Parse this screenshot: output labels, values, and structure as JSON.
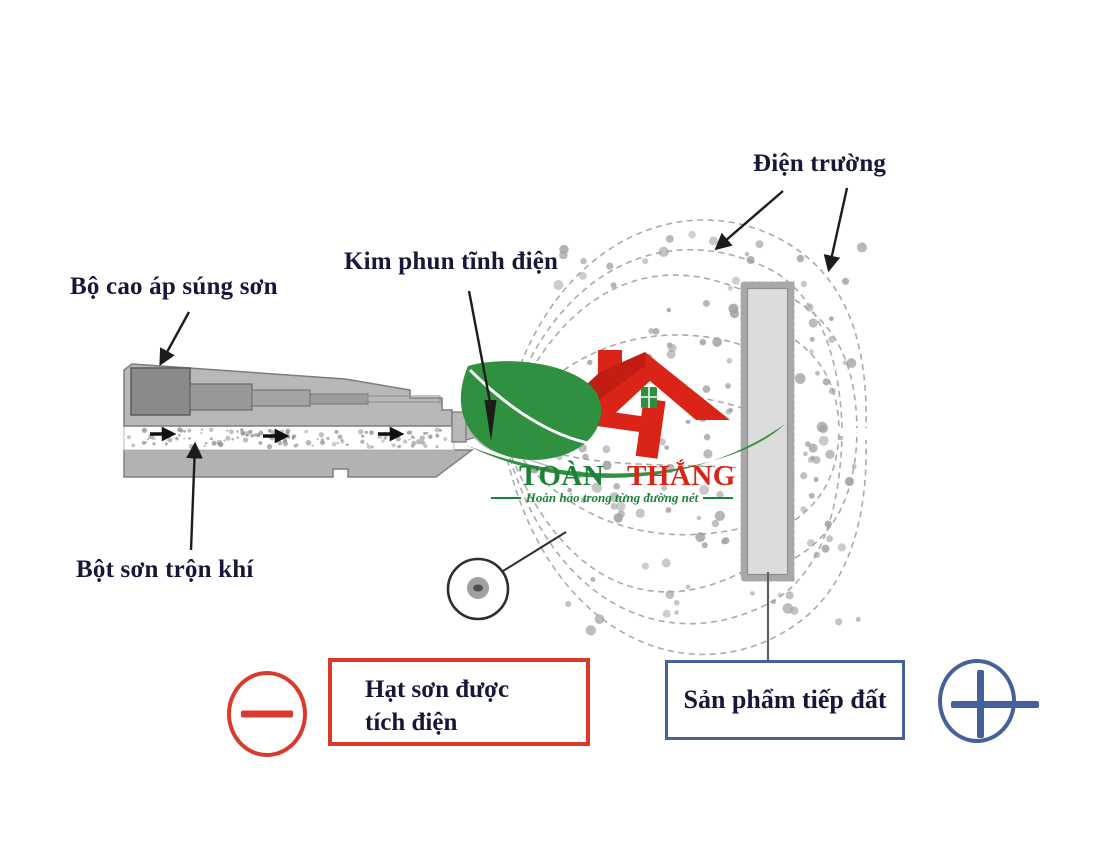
{
  "diagram": {
    "title_note": "Electrostatic powder spray diagram",
    "labels": {
      "electric_field": "Điện trường",
      "electrostatic_needle": "Kim phun tĩnh điện",
      "high_voltage_unit": "Bộ cao áp súng sơn",
      "powder_air_mix": "Bột sơn trộn khí"
    },
    "legend": {
      "charged_line1": "Hạt sơn được",
      "charged_line2": "tích điện",
      "grounded_product": "Sản phẩm tiếp đất",
      "minus_symbol": "−",
      "plus_symbol": "+"
    }
  },
  "watermark": {
    "brand_first": "TOÀN",
    "brand_second": "THẮNG",
    "tagline": "Hoàn hảo trong từng đường nét"
  },
  "colors": {
    "negative_red": "#d93a2b",
    "positive_blue": "#44619d",
    "label_ink": "#17173a",
    "brand_green": "#1d8038",
    "brand_red": "#da2417",
    "leaf_green": "#2f9040",
    "particle_gray": "#a2a2a2",
    "plate_gray": "#dcdcdc"
  }
}
